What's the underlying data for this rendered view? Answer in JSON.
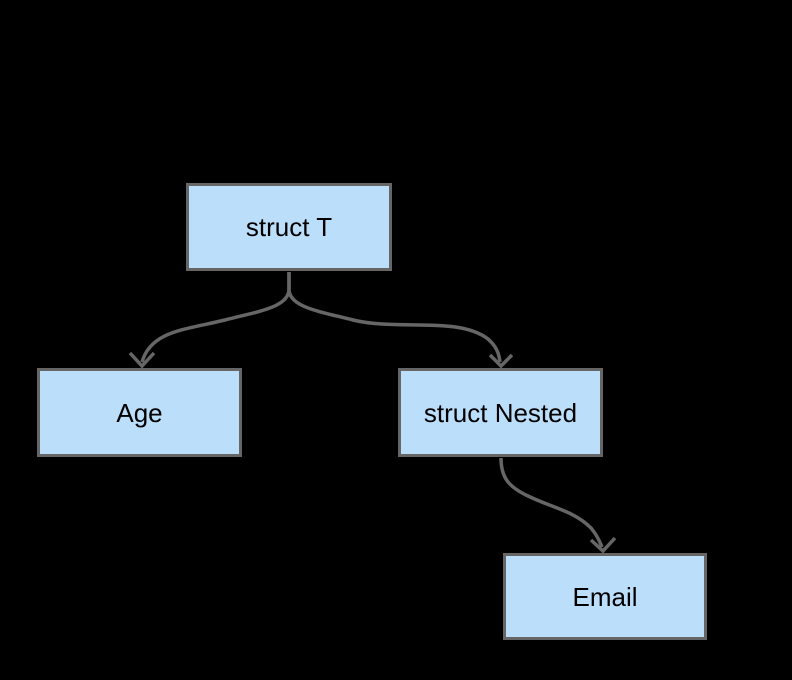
{
  "diagram": {
    "colors": {
      "background": "#000000",
      "node_fill": "#BBDEFB",
      "node_border": "#666666",
      "edge": "#666666",
      "text": "#000000"
    },
    "arrowhead_style": "open-chevron",
    "nodes": [
      {
        "id": "struct-t",
        "label": "struct T"
      },
      {
        "id": "age",
        "label": "Age"
      },
      {
        "id": "struct-nested",
        "label": "struct Nested"
      },
      {
        "id": "email",
        "label": "Email"
      }
    ],
    "edges": [
      {
        "from": "struct T",
        "to": "Age"
      },
      {
        "from": "struct T",
        "to": "struct Nested"
      },
      {
        "from": "struct Nested",
        "to": "Email"
      }
    ]
  }
}
